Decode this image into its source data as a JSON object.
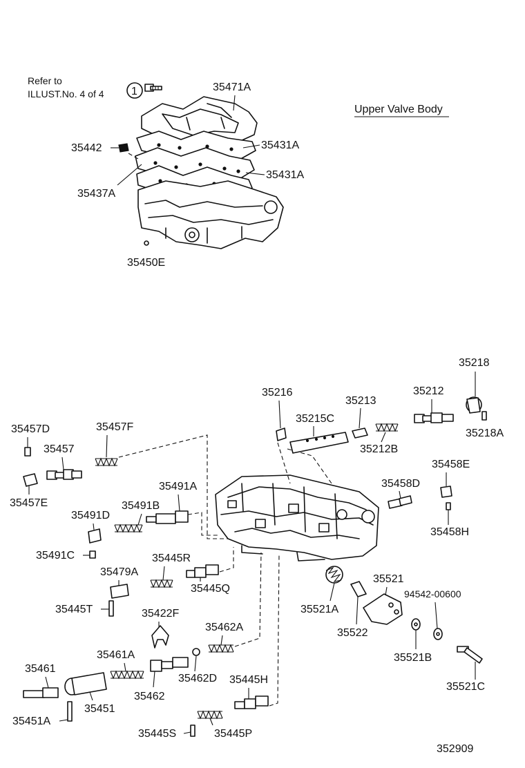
{
  "title": "Upper Valve Body",
  "reference_note": {
    "line1": "Refer to",
    "line2": "ILLUST.No. 4 of 4",
    "circled": "1"
  },
  "drawing_number": "352909",
  "parts": {
    "p35471A": "35471A",
    "p35431A_1": "35431A",
    "p35431A_2": "35431A",
    "p35442": "35442",
    "p35437A": "35437A",
    "p35450E": "35450E",
    "p35218": "35218",
    "p35218A": "35218A",
    "p35216": "35216",
    "p35213": "35213",
    "p35212": "35212",
    "p35215C": "35215C",
    "p35212B": "35212B",
    "p35457D": "35457D",
    "p35457F": "35457F",
    "p35457": "35457",
    "p35457E": "35457E",
    "p35458E": "35458E",
    "p35458D": "35458D",
    "p35458H": "35458H",
    "p35491A": "35491A",
    "p35491B": "35491B",
    "p35491D": "35491D",
    "p35491C": "35491C",
    "p35445R": "35445R",
    "p35479A": "35479A",
    "p35445Q": "35445Q",
    "p35521": "35521",
    "p94542": "94542-00600",
    "p35521A": "35521A",
    "p35522": "35522",
    "p35521B": "35521B",
    "p35521C": "35521C",
    "p35445T": "35445T",
    "p35422F": "35422F",
    "p35462A": "35462A",
    "p35461A": "35461A",
    "p35461": "35461",
    "p35462D": "35462D",
    "p35445H": "35445H",
    "p35462": "35462",
    "p35451": "35451",
    "p35451A": "35451A",
    "p35445S": "35445S",
    "p35445P": "35445P"
  }
}
